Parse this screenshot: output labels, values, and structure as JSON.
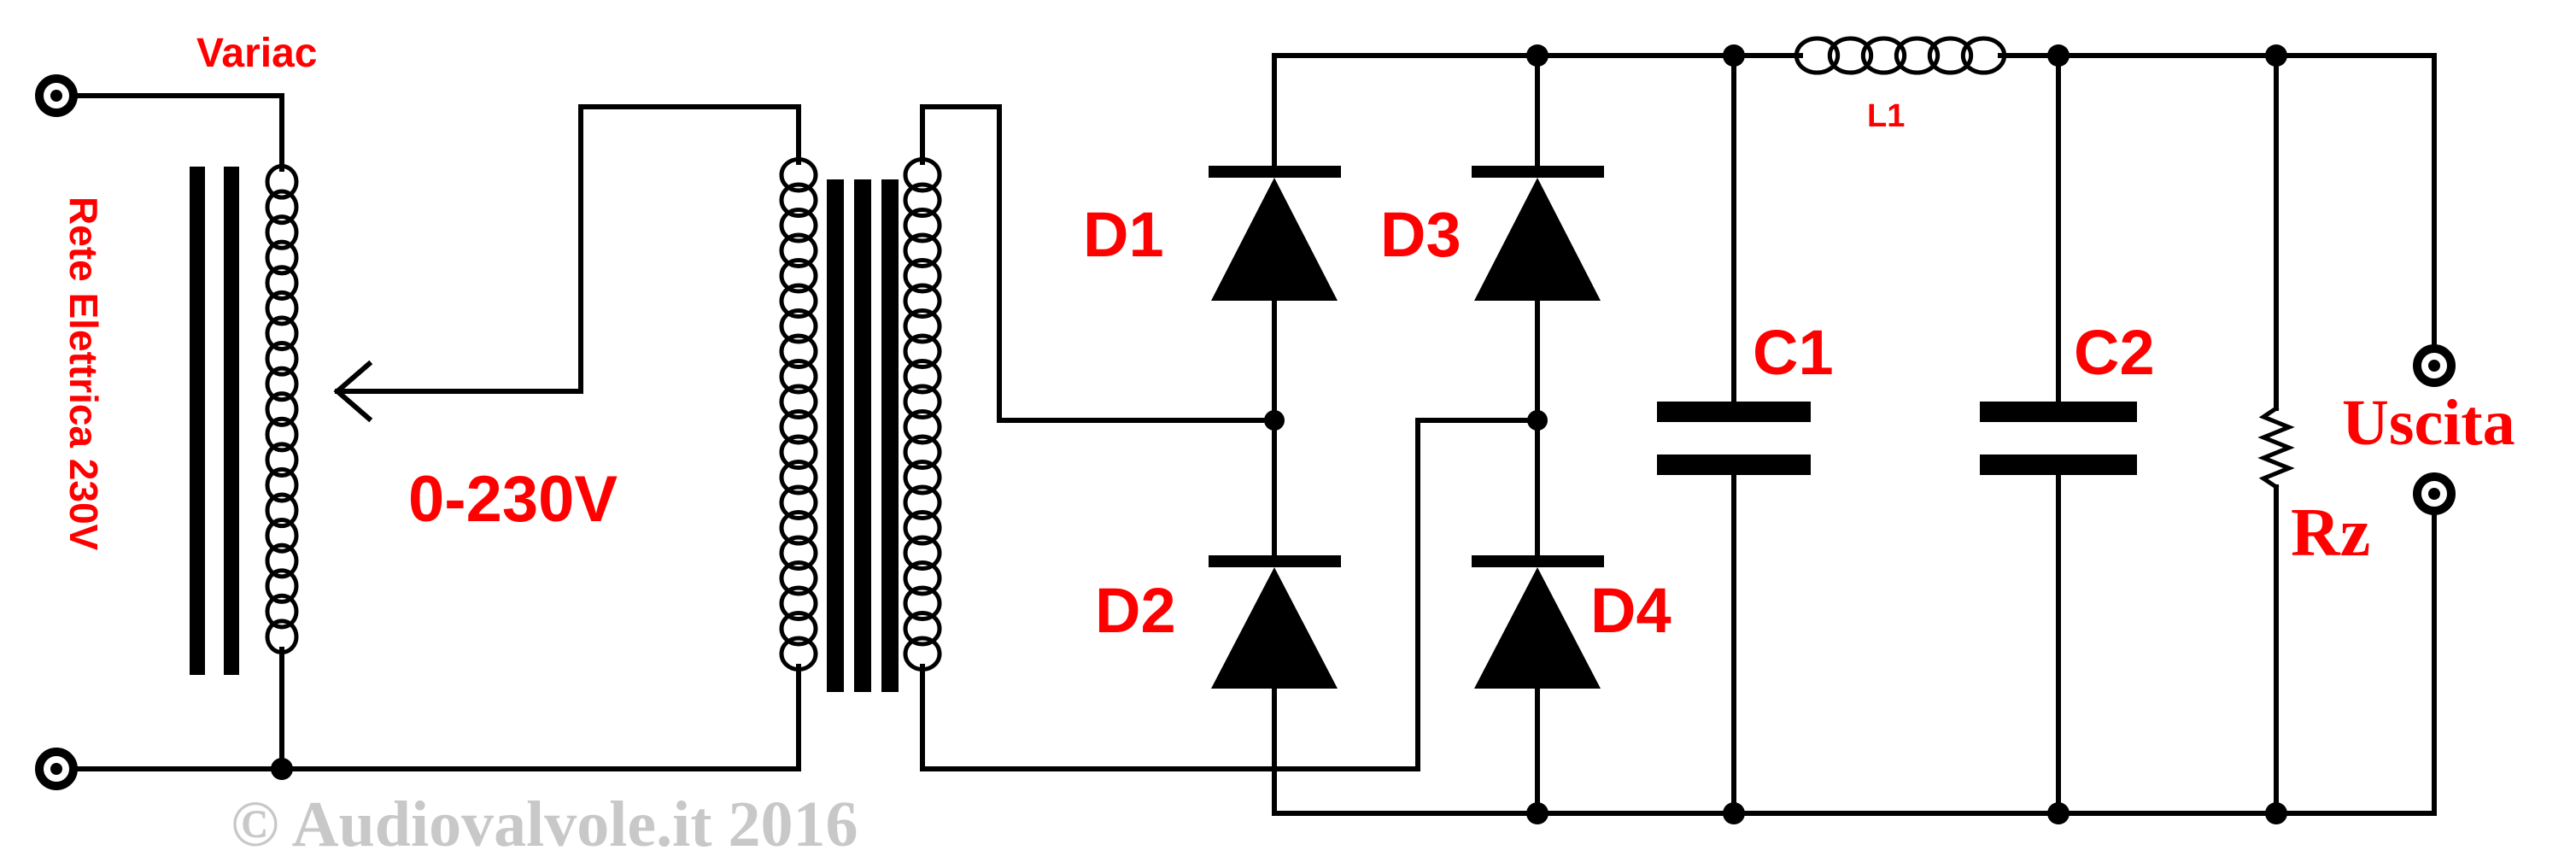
{
  "labels": {
    "variac": "Variac",
    "mains": "Rete Elettrica 230V",
    "range": "0-230V",
    "d1": "D1",
    "d2": "D2",
    "d3": "D3",
    "d4": "D4",
    "c1": "C1",
    "c2": "C2",
    "l1": "L1",
    "rz": "Rz",
    "output": "Uscita"
  },
  "watermark": "© Audiovalvole.it 2016",
  "colors": {
    "label": "#ff0000",
    "wire": "#000000",
    "watermark": "#c8c8c8",
    "background": "#ffffff"
  }
}
